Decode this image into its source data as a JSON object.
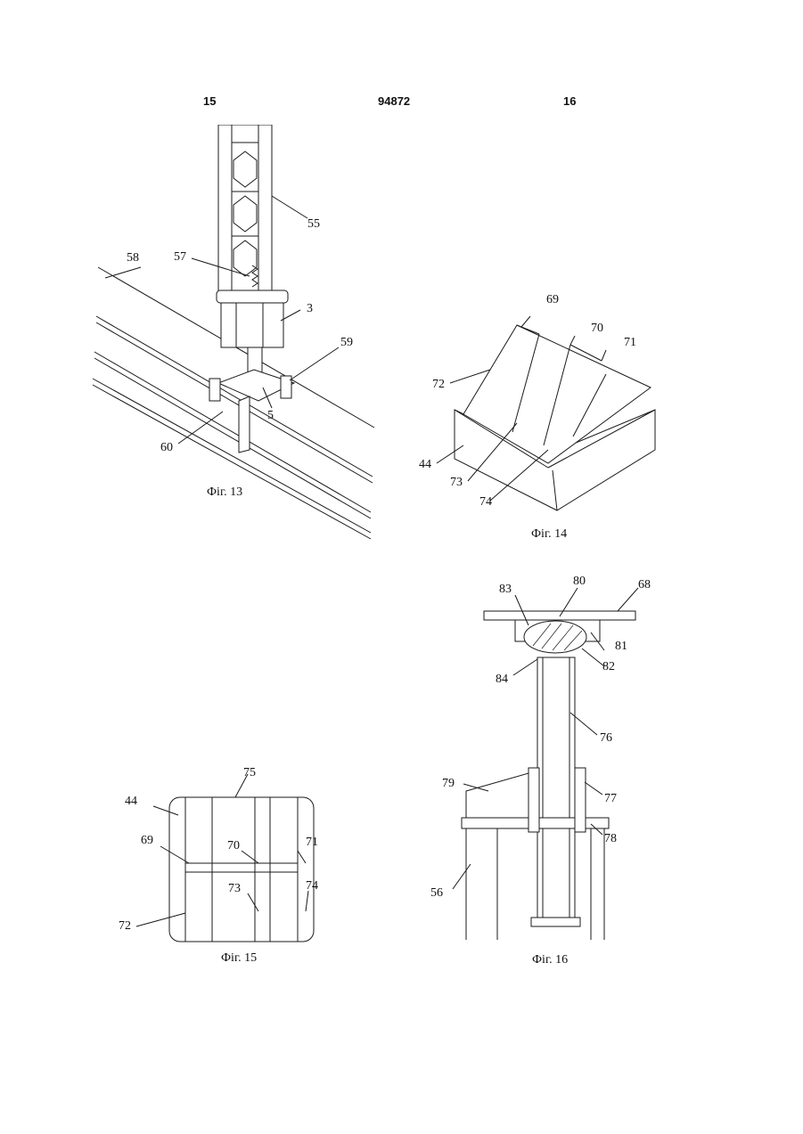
{
  "header": {
    "left_page": "15",
    "patent_number": "94872",
    "right_page": "16"
  },
  "figures": [
    {
      "caption": "Фіг. 13",
      "labels": [
        "55",
        "58",
        "57",
        "3",
        "59",
        "5",
        "60"
      ]
    },
    {
      "caption": "Фіг. 14",
      "labels": [
        "69",
        "70",
        "71",
        "72",
        "44",
        "73",
        "74"
      ]
    },
    {
      "caption": "Фіг. 15",
      "labels": [
        "75",
        "44",
        "69",
        "70",
        "71",
        "73",
        "74",
        "72"
      ]
    },
    {
      "caption": "Фіг. 16",
      "labels": [
        "83",
        "80",
        "68",
        "81",
        "82",
        "84",
        "76",
        "79",
        "77",
        "78",
        "56"
      ]
    }
  ]
}
